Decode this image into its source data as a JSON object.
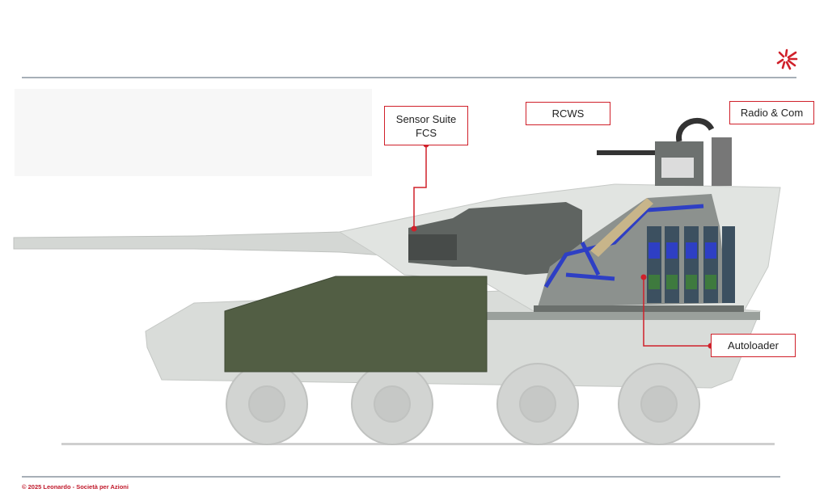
{
  "labels": {
    "sensor_line1": "Sensor Suite",
    "sensor_line2": "FCS",
    "rcws": "RCWS",
    "radio": "Radio & Com",
    "autoloader": "Autoloader"
  },
  "footer": "© 2025 Leonardo - Società per Azioni",
  "colors": {
    "accent": "#d0202a",
    "hull_box": "#525e44",
    "autoloader": "#2e3fc4"
  }
}
